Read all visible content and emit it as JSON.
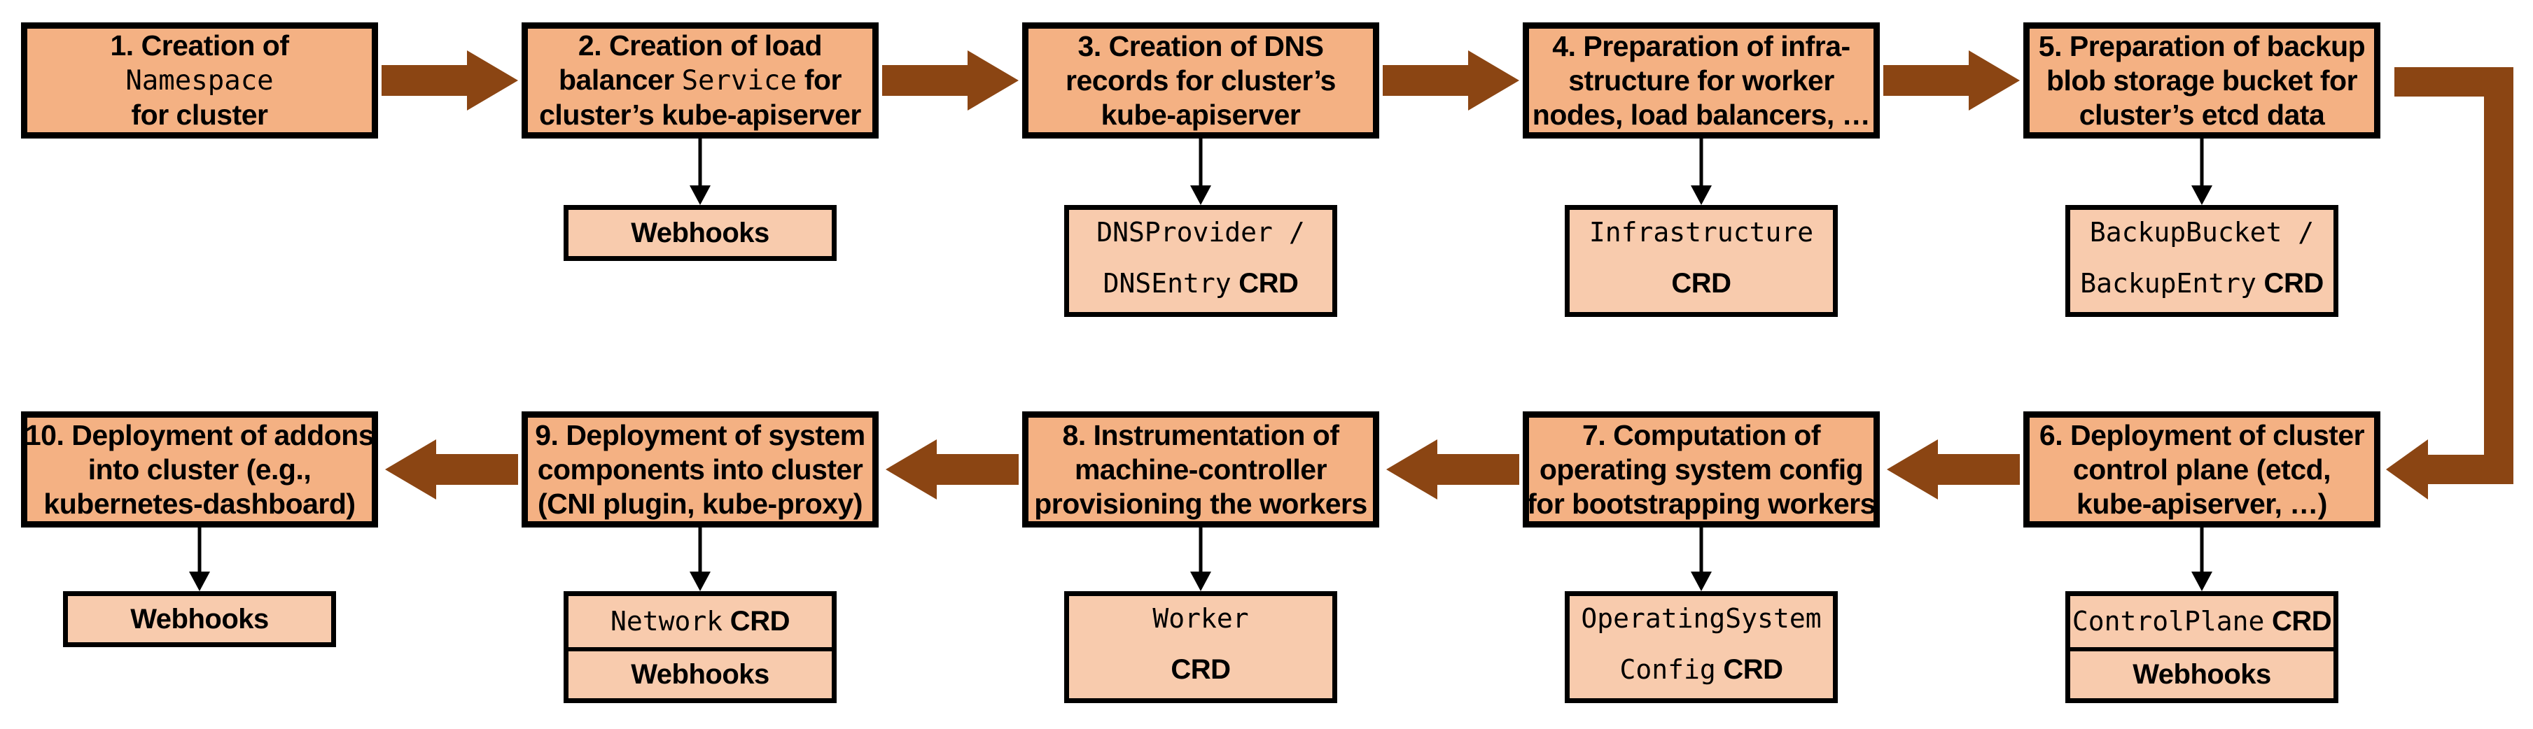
{
  "palette": {
    "main_fill": "#F4B183",
    "sub_fill": "#F8CBAD",
    "arrow": "#8B4513",
    "border": "#000000"
  },
  "top": [
    {
      "step": "1",
      "main": [
        [
          {
            "t": "1. Creation of",
            "f": "s"
          }
        ],
        [
          {
            "t": "Namespace",
            "f": "m"
          }
        ],
        [
          {
            "t": "for cluster",
            "f": "s"
          }
        ]
      ],
      "sub": null
    },
    {
      "step": "2",
      "main": [
        [
          {
            "t": "2. Creation of load",
            "f": "s"
          }
        ],
        [
          {
            "t": "balancer ",
            "f": "s"
          },
          {
            "t": "Service",
            "f": "m"
          },
          {
            "t": " for",
            "f": "s"
          }
        ],
        [
          {
            "t": "cluster’s kube-apiserver",
            "f": "s"
          }
        ]
      ],
      "sub": {
        "kind": "single",
        "lines": [
          [
            {
              "t": "Webhooks",
              "f": "b"
            }
          ]
        ]
      }
    },
    {
      "step": "3",
      "main": [
        [
          {
            "t": "3. Creation of DNS",
            "f": "s"
          }
        ],
        [
          {
            "t": "records for cluster’s",
            "f": "s"
          }
        ],
        [
          {
            "t": "kube-apiserver",
            "f": "s"
          }
        ]
      ],
      "sub": {
        "kind": "double",
        "lines": [
          [
            {
              "t": "DNSProvider /",
              "f": "m"
            }
          ],
          [
            {
              "t": "DNSEntry",
              "f": "m"
            },
            {
              "t": " CRD",
              "f": "b"
            }
          ]
        ]
      }
    },
    {
      "step": "4",
      "main": [
        [
          {
            "t": "4. Preparation of infra-",
            "f": "s"
          }
        ],
        [
          {
            "t": "structure for worker",
            "f": "s"
          }
        ],
        [
          {
            "t": "nodes, load balancers, …",
            "f": "s"
          }
        ]
      ],
      "sub": {
        "kind": "double",
        "lines": [
          [
            {
              "t": "Infrastructure",
              "f": "m"
            }
          ],
          [
            {
              "t": "CRD",
              "f": "b"
            }
          ]
        ]
      }
    },
    {
      "step": "5",
      "main": [
        [
          {
            "t": "5. Preparation of backup",
            "f": "s"
          }
        ],
        [
          {
            "t": "blob storage bucket for",
            "f": "s"
          }
        ],
        [
          {
            "t": "cluster’s etcd data",
            "f": "s"
          }
        ]
      ],
      "sub": {
        "kind": "double",
        "lines": [
          [
            {
              "t": "BackupBucket /",
              "f": "m"
            }
          ],
          [
            {
              "t": "BackupEntry",
              "f": "m"
            },
            {
              "t": " CRD",
              "f": "b"
            }
          ]
        ]
      }
    }
  ],
  "bottom": [
    {
      "step": "10",
      "main": [
        [
          {
            "t": "10. Deployment of addons",
            "f": "s"
          }
        ],
        [
          {
            "t": "into cluster (e.g.,",
            "f": "s"
          }
        ],
        [
          {
            "t": "kubernetes-dashboard)",
            "f": "s"
          }
        ]
      ],
      "sub": {
        "kind": "single",
        "lines": [
          [
            {
              "t": "Webhooks",
              "f": "b"
            }
          ]
        ]
      }
    },
    {
      "step": "9",
      "main": [
        [
          {
            "t": "9. Deployment of system",
            "f": "s"
          }
        ],
        [
          {
            "t": "components into cluster",
            "f": "s"
          }
        ],
        [
          {
            "t": "(CNI plugin, kube-proxy)",
            "f": "s"
          }
        ]
      ],
      "sub": {
        "kind": "stack",
        "cells": [
          [
            {
              "t": "Network",
              "f": "m"
            },
            {
              "t": " CRD",
              "f": "b"
            }
          ],
          [
            {
              "t": "Webhooks",
              "f": "b"
            }
          ]
        ]
      }
    },
    {
      "step": "8",
      "main": [
        [
          {
            "t": "8. Instrumentation of",
            "f": "s"
          }
        ],
        [
          {
            "t": "machine-controller",
            "f": "s"
          }
        ],
        [
          {
            "t": "provisioning the workers",
            "f": "s"
          }
        ]
      ],
      "sub": {
        "kind": "double",
        "lines": [
          [
            {
              "t": "Worker",
              "f": "m"
            }
          ],
          [
            {
              "t": "CRD",
              "f": "b"
            }
          ]
        ]
      }
    },
    {
      "step": "7",
      "main": [
        [
          {
            "t": "7. Computation of",
            "f": "s"
          }
        ],
        [
          {
            "t": "operating system config",
            "f": "s"
          }
        ],
        [
          {
            "t": "for bootstrapping workers",
            "f": "s"
          }
        ]
      ],
      "sub": {
        "kind": "double",
        "lines": [
          [
            {
              "t": "OperatingSystem",
              "f": "m"
            }
          ],
          [
            {
              "t": "Config",
              "f": "m"
            },
            {
              "t": " CRD",
              "f": "b"
            }
          ]
        ]
      }
    },
    {
      "step": "6",
      "main": [
        [
          {
            "t": "6. Deployment of cluster",
            "f": "s"
          }
        ],
        [
          {
            "t": "control plane (etcd,",
            "f": "s"
          }
        ],
        [
          {
            "t": "kube-apiserver, …)",
            "f": "s"
          }
        ]
      ],
      "sub": {
        "kind": "stack",
        "cells": [
          [
            {
              "t": "ControlPlane",
              "f": "m"
            },
            {
              "t": " CRD",
              "f": "b"
            }
          ],
          [
            {
              "t": "Webhooks",
              "f": "b"
            }
          ]
        ]
      }
    }
  ]
}
